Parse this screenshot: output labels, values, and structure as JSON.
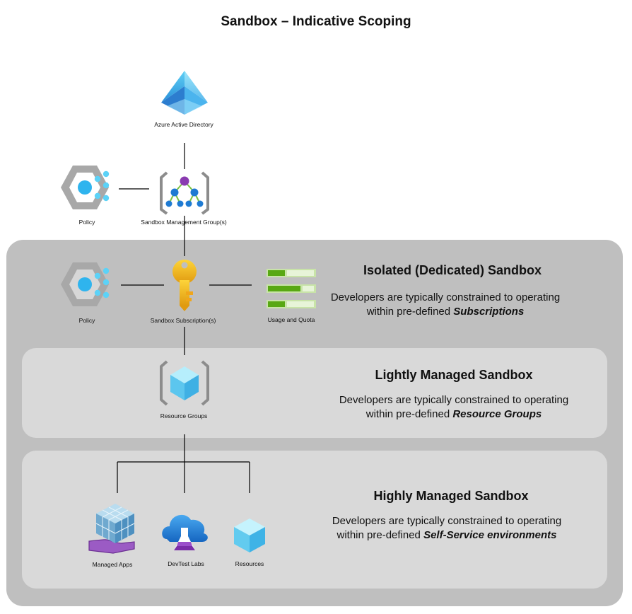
{
  "title": "Sandbox – Indicative Scoping",
  "nodes": {
    "aad": "Azure Active Directory",
    "policy_top": "Policy",
    "mgmt_group": "Sandbox Management Group(s)",
    "policy_sub": "Policy",
    "subscription": "Sandbox Subscription(s)",
    "usage": "Usage and Quota",
    "resource_groups": "Resource Groups",
    "managed_apps": "Managed Apps",
    "devtest": "DevTest Labs",
    "resources": "Resources"
  },
  "panels": {
    "isolated": {
      "title": "Isolated (Dedicated) Sandbox",
      "line1": "Developers are typically constrained to operating",
      "line2_prefix": "within pre-defined ",
      "line2_emph": "Subscriptions"
    },
    "lightly": {
      "title": "Lightly Managed Sandbox",
      "line1": "Developers are typically constrained to operating",
      "line2_prefix": "within pre-defined ",
      "line2_emph": "Resource Groups"
    },
    "highly": {
      "title": "Highly Managed Sandbox",
      "line1": "Developers are typically constrained to operating",
      "line2_prefix": "within pre-defined ",
      "line2_emph": "Self-Service environments"
    }
  },
  "colors": {
    "outer_panel": "#bfbfbf",
    "inner_panel": "#d9d9d9",
    "azure_blue": "#3ea3e6",
    "key_gold": "#f6b918",
    "usage_green": "#58a813"
  }
}
